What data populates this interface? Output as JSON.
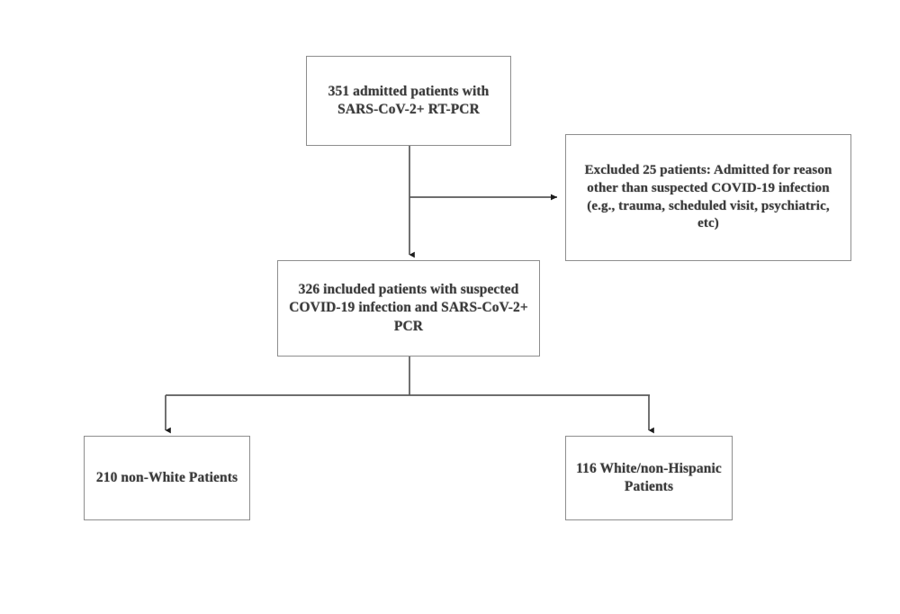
{
  "figure": {
    "type": "flowchart",
    "background_color": "#ffffff",
    "box_border_color": "#8e8e8e",
    "connector_color": "#555555",
    "text_color": "#3a3a3a"
  },
  "nodes": {
    "admitted": {
      "label": "351 admitted patients with SARS-CoV-2+ RT-PCR",
      "count": 351
    },
    "excluded": {
      "label": "Excluded 25 patients: Admitted for reason other than suspected COVID-19 infection (e.g., trauma, scheduled visit, psychiatric, etc)",
      "count": 25
    },
    "included": {
      "label": "326 included patients with suspected COVID-19 infection and SARS-CoV-2+ PCR",
      "count": 326
    },
    "non_white": {
      "label": "210 non-White Patients",
      "count": 210
    },
    "white_non_hispanic": {
      "label": "116 White/non-Hispanic Patients",
      "count": 116
    }
  },
  "connectors": [
    {
      "name": "admitted-to-included",
      "from": "admitted",
      "to": "included",
      "arrow": "down"
    },
    {
      "name": "admitted-to-excluded",
      "from": "admitted",
      "to": "excluded",
      "arrow": "right"
    },
    {
      "name": "included-to-non-white",
      "from": "included",
      "to": "non_white",
      "arrow": "down"
    },
    {
      "name": "included-to-white",
      "from": "included",
      "to": "white_non_hispanic",
      "arrow": "down"
    }
  ]
}
